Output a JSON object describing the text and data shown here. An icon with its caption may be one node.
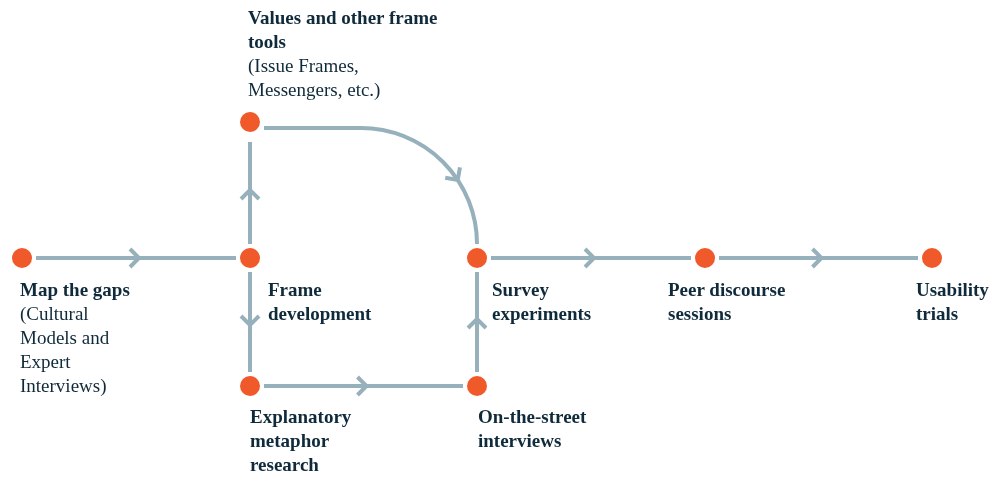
{
  "diagram": {
    "nodes": [
      {
        "text": [
          "Map the gaps",
          "(Cultural Models and Expert Interviews)"
        ]
      },
      {
        "text": [
          "Frame development"
        ]
      },
      {
        "text": [
          "Values and other frame tools",
          "(Issue Frames, Messengers, etc.)"
        ]
      },
      {
        "text": [
          "Explanatory metaphor research"
        ]
      },
      {
        "text": [
          "Survey experiments"
        ]
      },
      {
        "text": [
          "On-the-street interviews"
        ]
      },
      {
        "text": [
          "Peer discourse sessions"
        ]
      },
      {
        "text": [
          "Usability trials"
        ]
      }
    ],
    "edges": [
      {
        "from": 0,
        "to": 1,
        "arrow": "to"
      },
      {
        "from": 1,
        "to": 2,
        "arrow": "to"
      },
      {
        "from": 1,
        "to": 3,
        "arrow": "to"
      },
      {
        "from": 2,
        "to": 4,
        "arrow": "to"
      },
      {
        "from": 3,
        "to": 5,
        "arrow": "to"
      },
      {
        "from": 5,
        "to": 4,
        "arrow": "to"
      },
      {
        "from": 4,
        "to": 6,
        "arrow": "to"
      },
      {
        "from": 6,
        "to": 7,
        "arrow": "to"
      }
    ]
  }
}
